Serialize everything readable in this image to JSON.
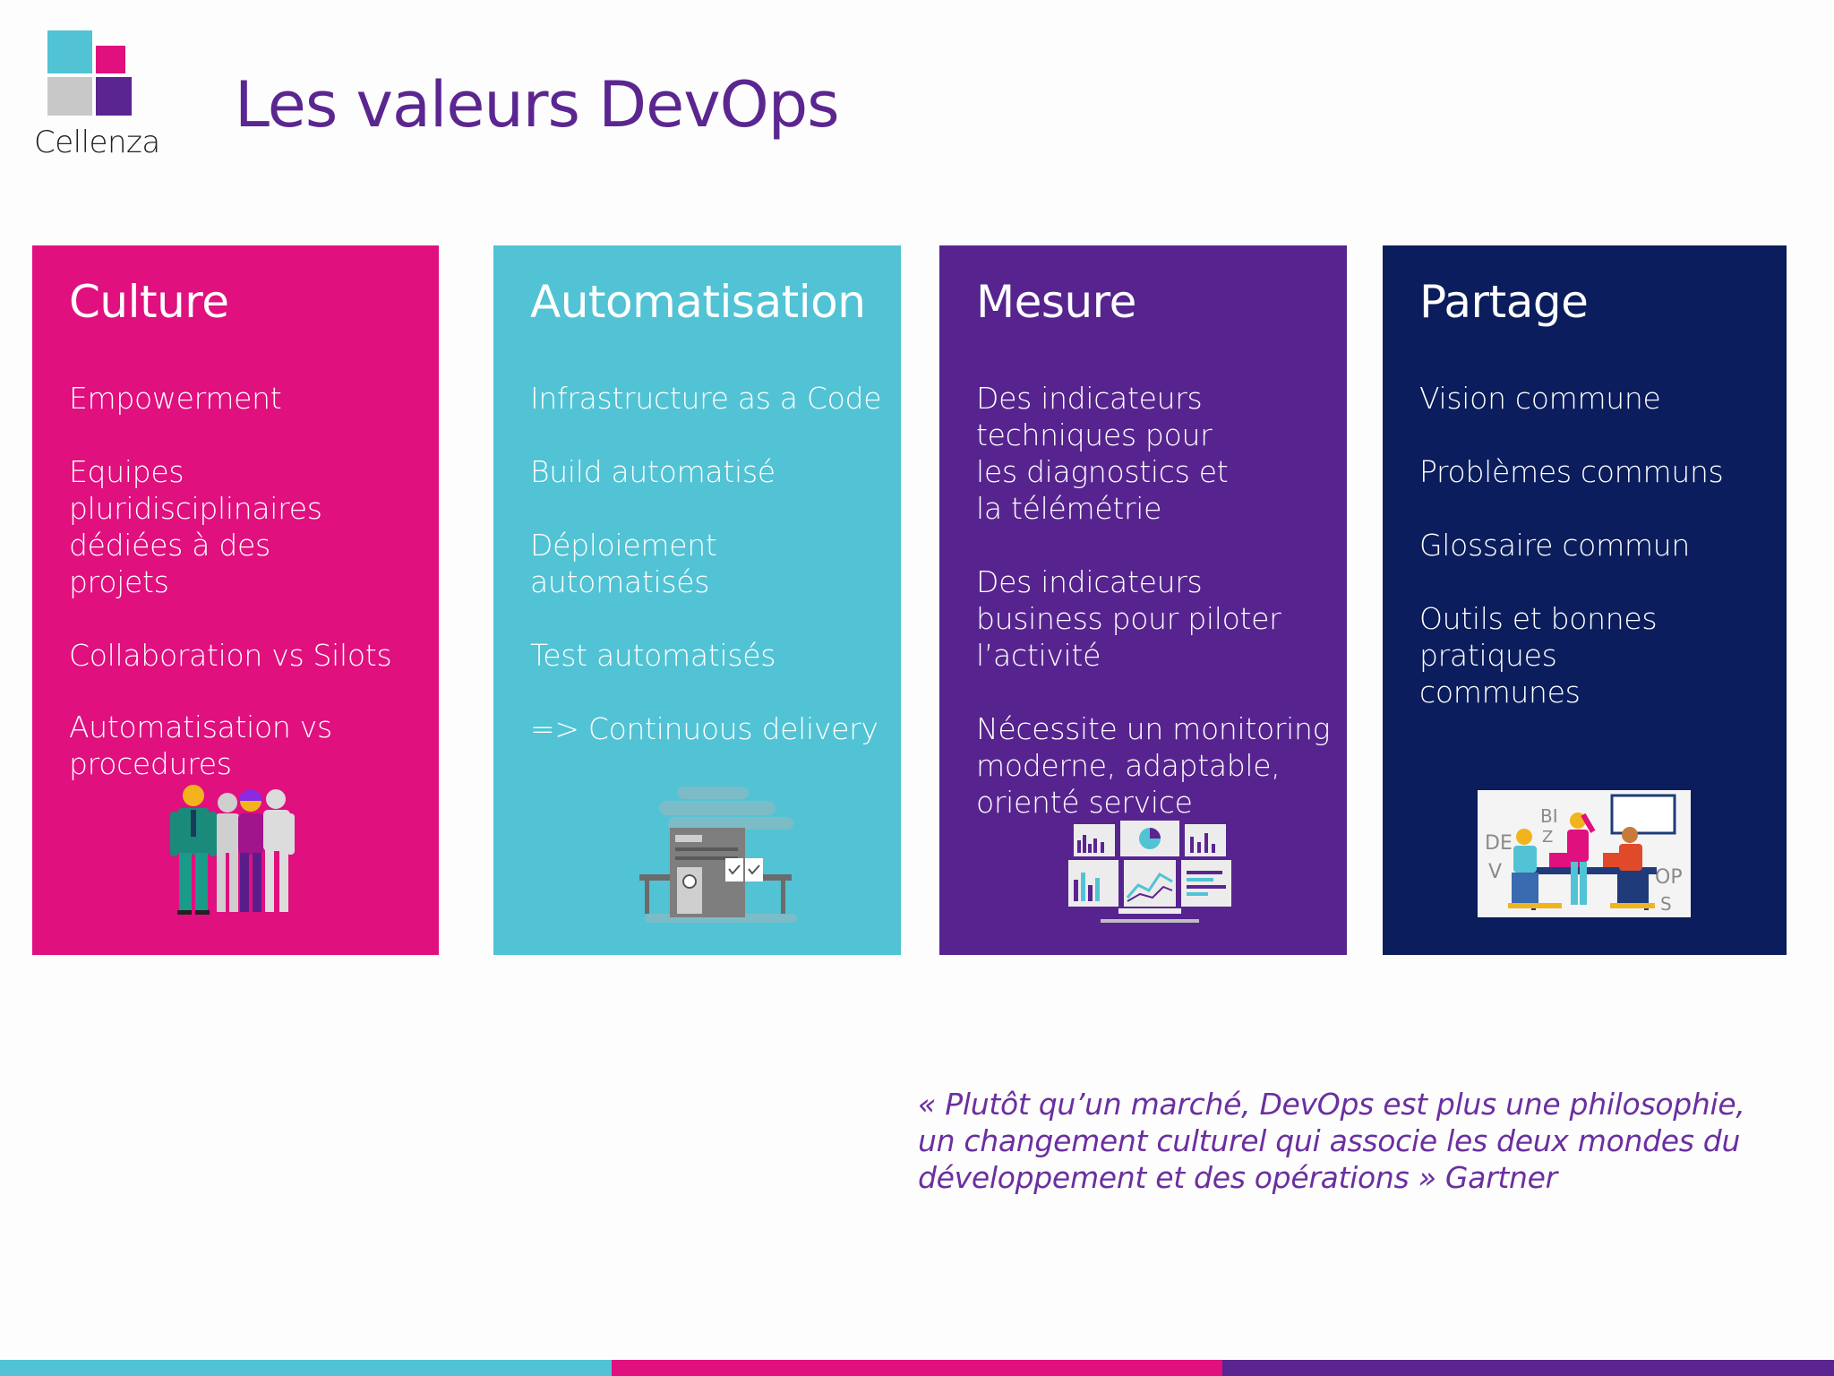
{
  "brand": {
    "name": "Cellenza",
    "colors": {
      "cyan": "#51c3d4",
      "magenta": "#e0107f",
      "grey": "#c8c8c8",
      "purple": "#5a2590"
    }
  },
  "slide": {
    "title": "Les valeurs DevOps",
    "title_color": "#5b2690"
  },
  "cards": [
    {
      "title": "Culture",
      "color": "#e0107f",
      "items": [
        "Empowerment",
        "Equipes pluridisciplinaires dédiées à des projets",
        "Collaboration vs Silots",
        "Automatisation vs procedures"
      ],
      "icon": "people-group-icon"
    },
    {
      "title": "Automatisation",
      "color": "#51c3d4",
      "items": [
        "Infrastructure as a Code",
        "Build automatisé",
        "Déploiement automatisés",
        "Test automatisés",
        "=> Continuous delivery"
      ],
      "icon": "server-machine-icon"
    },
    {
      "title": "Mesure",
      "color": "#57248f",
      "items": [
        "Des indicateurs techniques pour les diagnostics et la télémétrie",
        "Des indicateurs business pour piloter l’activité",
        "Nécessite un monitoring moderne, adaptable, orienté service"
      ],
      "icon": "monitoring-dashboard-icon"
    },
    {
      "title": "Partage",
      "color": "#0b1d5c",
      "items": [
        "Vision commune",
        "Problèmes communs",
        "Glossaire commun",
        "Outils et bonnes pratiques communes"
      ],
      "icon": "team-meeting-icon",
      "illustration_labels": {
        "dev_a": "DE",
        "dev_b": "V",
        "biz_a": "BI",
        "biz_b": "Z",
        "ops_a": "OP",
        "ops_b": "S"
      }
    }
  ],
  "quote": {
    "text": "« Plutôt qu’un marché, DevOps est plus une philosophie, un changement culturel qui associe les deux mondes du développement et des opérations » Gartner",
    "color": "#6b2fa0"
  },
  "bottom_bar": [
    "#51c3d4",
    "#e0107f",
    "#5a2590"
  ]
}
